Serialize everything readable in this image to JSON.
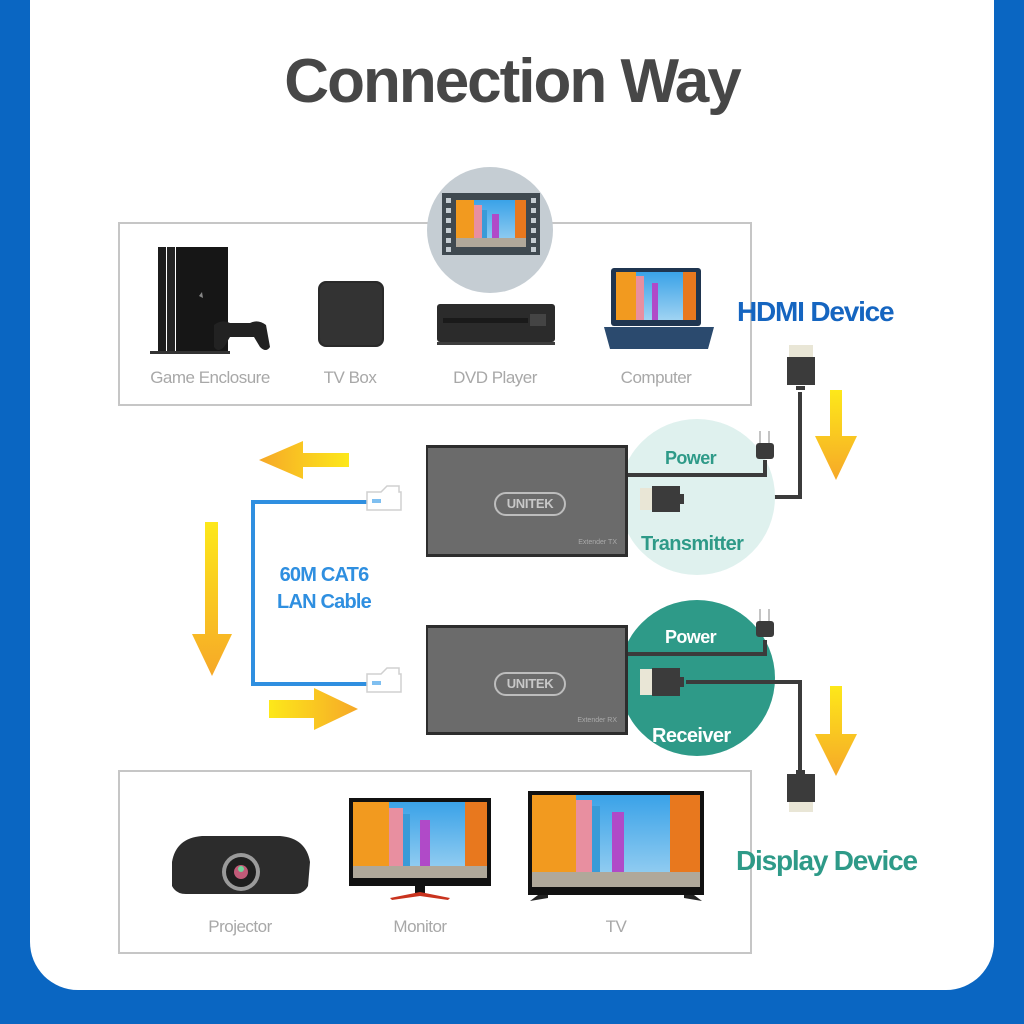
{
  "title": "Connection Way",
  "source_group": {
    "heading": "HDMI Device",
    "heading_color": "#1565c0",
    "devices": [
      {
        "label": "Game Enclosure",
        "icon": "game-console-icon"
      },
      {
        "label": "TV Box",
        "icon": "tv-box-icon"
      },
      {
        "label": "DVD Player",
        "icon": "dvd-player-icon"
      },
      {
        "label": "Computer",
        "icon": "laptop-icon"
      }
    ],
    "badge_icon": "video-film-icon"
  },
  "transmitter": {
    "brand": "UNITEK",
    "model": "Extender TX",
    "power_label": "Power",
    "role_label": "Transmitter",
    "circle_color": "#dff1ee",
    "text_color": "#2e9a88"
  },
  "receiver": {
    "brand": "UNITEK",
    "model": "Extender RX",
    "power_label": "Power",
    "role_label": "Receiver",
    "circle_color": "#2e9a88",
    "text_color": "#ffffff"
  },
  "cable": {
    "line1": "60M CAT6",
    "line2": "LAN Cable",
    "color": "#2f8fe0"
  },
  "display_group": {
    "heading": "Display Device",
    "heading_color": "#2e9a88",
    "devices": [
      {
        "label": "Projector",
        "icon": "projector-icon"
      },
      {
        "label": "Monitor",
        "icon": "monitor-icon"
      },
      {
        "label": "TV",
        "icon": "tv-icon"
      }
    ]
  },
  "colors": {
    "frame": "#0a66c2",
    "arrow_top": "#fde81a",
    "arrow_bottom": "#f6a828",
    "cable_dark": "#3b3b3b"
  }
}
